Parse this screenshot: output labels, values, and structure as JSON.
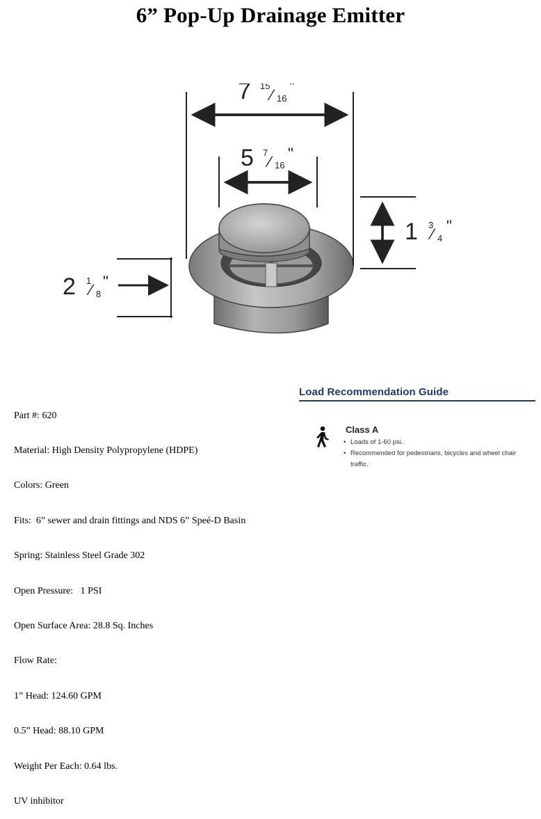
{
  "title": "6” Pop-Up Drainage Emitter",
  "dimensions": {
    "overall_width": {
      "whole": "7",
      "num": "15",
      "den": "16",
      "unit": "\""
    },
    "top_width": {
      "whole": "5",
      "num": "7",
      "den": "16",
      "unit": "\""
    },
    "pop_height": {
      "whole": "1",
      "num": "3",
      "den": "4",
      "unit": "\""
    },
    "base_height": {
      "whole": "2",
      "num": "1",
      "den": "8",
      "unit": "\""
    }
  },
  "specs": [
    "Part #: 620",
    "Material: High Density Polypropylene (HDPE)",
    "Colors: Green",
    "Fits:  6” sewer and drain fittings and NDS 6” Speé-D Basin",
    "Spring: Stainless Steel Grade 302",
    "Open Pressure:   1 PSI",
    "Open Surface Area: 28.8 Sq. Inches",
    "Flow Rate:",
    "1” Head: 124.60 GPM",
    "0.5” Head: 88.10 GPM",
    "Weight Per Each: 0.64 lbs.",
    "UV inhibitor"
  ],
  "guide": {
    "title": "Load Recommendation Guide",
    "icon": "pedestrian-icon",
    "class_title": "Class A",
    "bullet": "•",
    "items": [
      "Loads of 1-60 psi.",
      "Recommended for pedestrians, bicycles and wheel chair traffic."
    ]
  }
}
